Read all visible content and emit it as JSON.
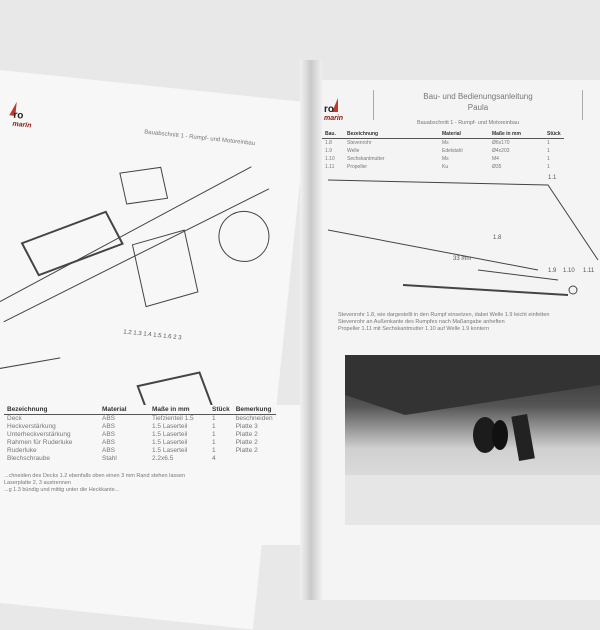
{
  "left_page": {
    "logo": {
      "main": "ro",
      "sub": "marin"
    },
    "section_title": "Bauabschnitt 1 - Rumpf- und Motoreinbau",
    "part_labels": [
      "1.2",
      "1.3",
      "1.4",
      "1.5",
      "1.6",
      "2",
      "3"
    ],
    "table": {
      "headers": [
        "Bezeichnung",
        "Material",
        "Maße in mm",
        "Stück",
        "Bemerkung"
      ],
      "rows": [
        [
          "Deck",
          "ABS",
          "Tiefzienteil 1.5",
          "1",
          "beschneiden"
        ],
        [
          "Heckverstärkung",
          "ABS",
          "1.5 Laserteil",
          "1",
          "Platte 3"
        ],
        [
          "Unterheckverstärkung",
          "ABS",
          "1.5 Laserteil",
          "1",
          "Platte 2"
        ],
        [
          "Rahmen für Ruderluke",
          "ABS",
          "1.5 Laserteil",
          "1",
          "Platte 2"
        ],
        [
          "Ruderluke",
          "ABS",
          "1.5 Laserteil",
          "1",
          "Platte 2"
        ],
        [
          "Blechschraube",
          "Stahl",
          "2.2x6.5",
          "4",
          ""
        ]
      ]
    },
    "notes": [
      "...chneiden des Decks 1.2 ebenfalls oben einen 3 mm Rand stehen lassen",
      "Laserplatte 2, 3 austrennen",
      "...g 1.3 bündig und mittig unter die Heckkante..."
    ]
  },
  "right_page": {
    "logo": {
      "main": "ro",
      "sub": "marin"
    },
    "title": "Bau- und Bedienungsanleitung",
    "subtitle": "Paula",
    "section_title": "Bauabschnitt 1 - Rumpf- und Motoreinbau",
    "table": {
      "headers": [
        "Bau.",
        "Bezeichnung",
        "Material",
        "Maße in mm",
        "Stück"
      ],
      "rows": [
        [
          "1.8",
          "Stevenrohr",
          "Ms",
          "Ø6x170",
          "1"
        ],
        [
          "1.9",
          "Welle",
          "Edelstahl",
          "Ø4x203",
          "1"
        ],
        [
          "1.10",
          "Sechskantmutter",
          "Ms",
          "M4",
          "1"
        ],
        [
          "1.11",
          "Propeller",
          "Ku",
          "Ø35",
          "1"
        ]
      ]
    },
    "part_labels": [
      "1.1",
      "1.8",
      "1.9",
      "1.10",
      "1.11"
    ],
    "dimension": "33 mm",
    "notes": [
      "Stevenrohr 1.8, wie dargestellt in den Rumpf einsetzen, dabei Welle 1.9 leicht einfetten",
      "Stevenrohr an Außenkante des Rumpfes nach Maßangabe anheften",
      "Propeller 1.11 mit Sechskantmutter 1.10 auf Welle 1.9 kontern"
    ]
  }
}
